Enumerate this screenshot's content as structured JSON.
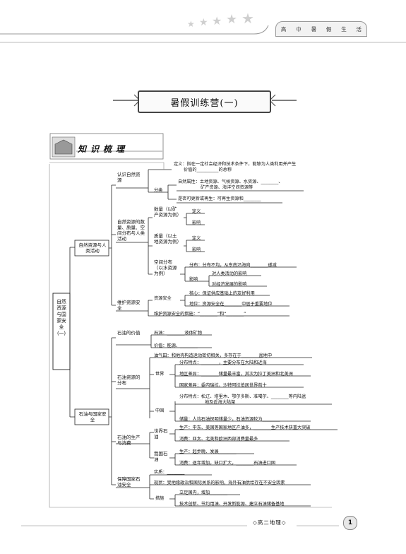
{
  "header": {
    "tabs": [
      "高",
      "中",
      "暑",
      "假",
      "生",
      "活"
    ]
  },
  "title": "暑假训练营(一)",
  "section_heading": "知识梳理",
  "root": "自然资源与国家安全(一)",
  "branch1": {
    "label": "自然资源与人类活动",
    "recognize": {
      "label": "认识自然资源",
      "definition_1": "定义：指在一定社会经济和技术条件下，能够为人类利用并产生",
      "definition_2": "价值的__________的总称",
      "classify_label": "分类",
      "natural_attr_1": "自然属性：土地资源、气候资源、水资源、________、",
      "natural_attr_2": "矿产资源、海洋空间资源等",
      "renewable": "是否可更新或再生：可再生资源和________"
    },
    "distribution": {
      "label": "自然资源的数量、质量、空间分布与人类活动",
      "quantity_label": "数量（以矿产资源为例）",
      "quality_label": "质量（以土地资源为例）",
      "space_label": "空间分布（以水资源为例）",
      "def_label": "定义",
      "effect_label": "影响",
      "def2_label": "定义",
      "effect2_label": "影响",
      "dist_text": "分布：分布不均，从东南沿海向________递减",
      "effect3_label": "影响",
      "effect_human": "对人类活动的影响",
      "effect_econ": "对经济发展的影响"
    },
    "security": {
      "label": "维护资源安全",
      "sec_label": "资源安全",
      "core": "核心：保证供应基础上的友好利用",
      "status": "地位：资源安全在________中居于重要地位",
      "measures": "维护资源安全的措施：“________”和“________”"
    }
  },
  "branch2": {
    "label": "石油与国家安全",
    "value": {
      "label": "石油的价值",
      "oil": "石油：________液体矿物",
      "worth": "价值：能源、________"
    },
    "distribution": {
      "label": "石油资源的分布",
      "formation": "油气田：和地壳构造运动密切相关，多存在于________盆地中",
      "world_label": "世界",
      "world_feature": "分布特点：________，主要分布在大陆和近海",
      "world_diff1": "地区差异：________储量最丰富，其次为拉丁美洲和北美洲",
      "world_diff2": "国家差异：委内瑞拉、沙特阿拉伯居世界前十",
      "china_label": "中国",
      "china_feature_1": "分布特点：松辽、塔里木、鄂尔多斯、准噶尔、________等内陆盆",
      "china_feature_2": "地及近海大陆架",
      "china_reserve": "储量：人均石油探明储量少，石油资源较为________"
    },
    "production": {
      "label": "石油的生产与消费",
      "world_label": "世界石油",
      "world_prod": "生产：中东、美国等国家地区产油多，________生产技术获重大突破",
      "world_cons": "消费：亚太、北美和欧洲西部消费量最多",
      "china_label": "我国石油",
      "china_prod": "生产：起步晚、发展________",
      "china_cons": "消费：逐年增加，缺口扩大，________石油进口国"
    },
    "safeguard": {
      "label": "保障国家石油安全",
      "essence": "实质：________",
      "status_quo": "现状：受地缘政治和国际关系的影响，海外石油供给存在不安全因素",
      "measures_label": "措施",
      "measure1": "立足国内，增加________",
      "measure2": "技术创新、节约用油、开发新能源、建立石油储备基地"
    }
  },
  "footer": "◇高二地理◇",
  "page_number": "1"
}
